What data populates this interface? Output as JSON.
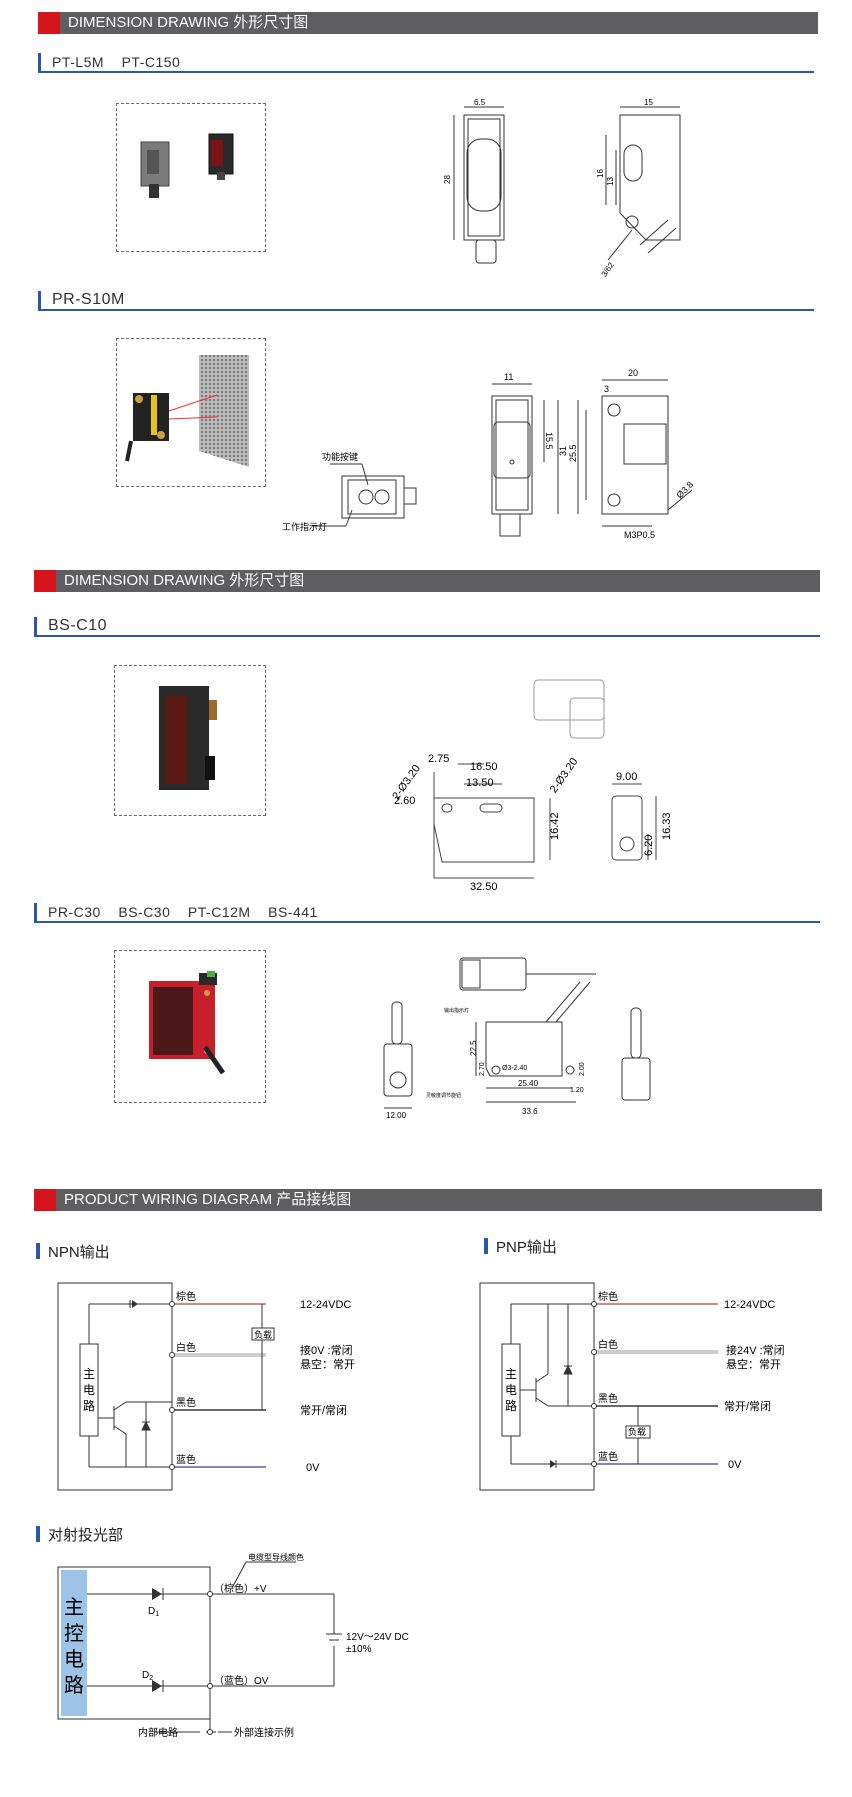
{
  "sections": {
    "dimension1": "DIMENSION DRAWING 外形尺寸图",
    "dimension2": "DIMENSION DRAWING 外形尺寸图",
    "wiring": "PRODUCT WIRING DIAGRAM 产品接线图"
  },
  "models": {
    "g1": "PT-L5M    PT-C150",
    "g2": "PR-S10M",
    "g3": "BS-C10",
    "g4": "PR-C30    BS-C30    PT-C12M    BS-441"
  },
  "dims_g1": {
    "w": "6.5",
    "h": "28",
    "d": "15",
    "d2": "16",
    "d3": "13",
    "m": "3/62"
  },
  "dims_g2": {
    "w": "11",
    "d": "20",
    "h1": "15.5",
    "h2": "31",
    "h3": "25.5",
    "h4": "3",
    "dia": "Ø3.8",
    "thread": "M3P0.5",
    "func_btn": "功能按键",
    "work_led": "工作指示灯"
  },
  "dims_g3": {
    "hole1": "2-Ø3.20",
    "hole2": "2-Ø3.20",
    "a": "2.75",
    "b": "16.50",
    "c": "13.50",
    "d": "2.60",
    "e": "16.42",
    "len": "32.50",
    "w": "9.00",
    "h": "16.33",
    "f": "6.20"
  },
  "dims_g4": {
    "w": "12.00",
    "h": "22.5",
    "hole": "Ø3-2.40",
    "a": "25.40",
    "len": "33.6",
    "b": "2.70",
    "c": "2.00",
    "d": "1.20",
    "label1": "输出指示灯",
    "label2": "灵敏度调节旋钮"
  },
  "npn": {
    "title": "NPN输出",
    "main": [
      "主",
      "电",
      "路"
    ],
    "brown": "棕色",
    "white": "白色",
    "black": "黑色",
    "blue": "蓝色",
    "load": "负载",
    "v": "12-24VDC",
    "white_note1": "接0V :常闭",
    "white_note2": "悬空：常开",
    "out": "常开/常闭",
    "zero": "0V"
  },
  "pnp": {
    "title": "PNP输出",
    "main": [
      "主",
      "电",
      "路"
    ],
    "brown": "棕色",
    "white": "白色",
    "black": "黑色",
    "blue": "蓝色",
    "load": "负载",
    "v": "12-24VDC",
    "white_note1": "接24V :常闭",
    "white_note2": "悬空：常开",
    "out": "常开/常闭",
    "zero": "0V"
  },
  "emitter": {
    "title": "对射投光部",
    "main": [
      "主",
      "控",
      "电",
      "路"
    ],
    "cable_note": "电缆型导线颜色",
    "plus": "（棕色）+V",
    "minus": "（蓝色）OV",
    "d1": "D",
    "d1_sub": "1",
    "d2": "D",
    "d2_sub": "2",
    "supply1": "12V～24V DC",
    "supply2": "±10%",
    "internal": "内部电路",
    "external": "外部连接示例"
  },
  "colors": {
    "accent_red": "#d6141e",
    "bar_gray": "#5e5e60",
    "line_blue": "#2c57a4",
    "brown_wire": "#b0473f",
    "blue_wire": "#3a3a9e",
    "circuit_fill": "#9dc3e6"
  }
}
